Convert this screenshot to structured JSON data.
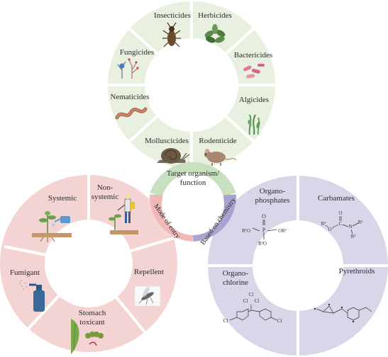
{
  "center": {
    "label_line1": "Target organism/",
    "label_line2": "function",
    "left_arc": "Mode of entry",
    "right_arc": "Based on chemistry"
  },
  "target_wheel": {
    "insecticides": "Insecticides",
    "herbicides": "Herbicides",
    "fungicides": "Fungicides",
    "bactericides": "Bactericides",
    "nematicides": "Nematicides",
    "algicides": "Algicides",
    "molluscicides": "Molluscicides",
    "rodenticide": "Rodenticide"
  },
  "entry_wheel": {
    "systemic": "Systemic",
    "non_systemic_1": "Non-",
    "non_systemic_2": "systemic",
    "fumigant": "Fumigant",
    "repellent": "Repellent",
    "stomach_1": "Stomach",
    "stomach_2": "toxicant"
  },
  "chemistry_wheel": {
    "organophosphates_1": "Organo-",
    "organophosphates_2": "phosphates",
    "carbamates": "Carbamates",
    "organochlorine_1": "Organo-",
    "organochlorine_2": "chlorine",
    "pyrethroids": "Pyrethroids"
  },
  "structures": {
    "op_p": "P",
    "op_o": "O",
    "op_r1": "R¹O",
    "op_or2": "OR²",
    "op_r3": "R³O",
    "carb_r1": "R¹",
    "carb_o": "O",
    "carb_c": "C",
    "carb_n": "N",
    "carb_r2": "R²",
    "carb_r3": "R³",
    "cl_top1": "Cl",
    "cl_top2": "Cl",
    "cl_top3": "Cl",
    "cl_left": "Cl",
    "cl_right": "Cl"
  },
  "colors": {
    "target_ring": "#e8f0e0",
    "entry_ring": "#f4d4d2",
    "chem_ring": "#d9d6ea",
    "center_green": "#c9e0c0",
    "center_pink": "#efb9b6",
    "center_purple": "#aaa3d0"
  }
}
